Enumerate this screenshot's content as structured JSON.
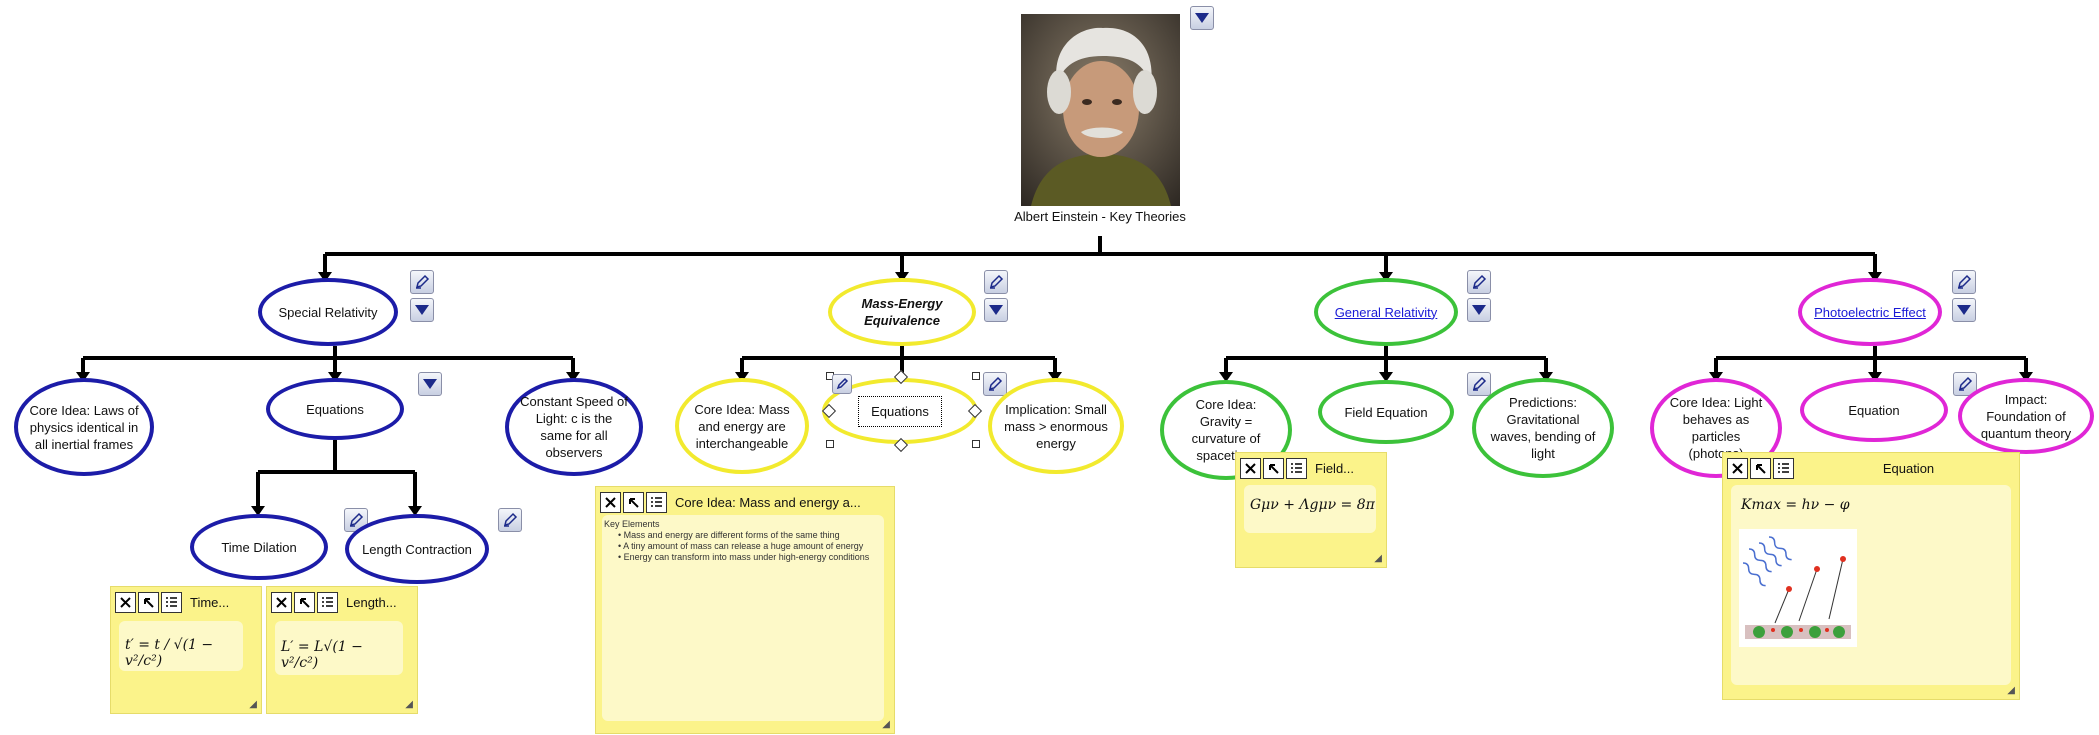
{
  "root": {
    "label": "Albert Einstein - Key Theories"
  },
  "nodes": {
    "special_relativity": "Special Relativity",
    "core_sr": "Core Idea: Laws of physics identical in all inertial frames",
    "equations_sr": "Equations",
    "constant_light": "Constant Speed of Light: c is the same for all observers",
    "time_dilation": "Time Dilation",
    "length_contraction": "Length Contraction",
    "mass_energy": "Mass-Energy Equivalence",
    "core_me": "Core Idea: Mass and energy are interchangeable",
    "equations_me": "Equations",
    "implication_me": "Implication: Small mass > enormous energy",
    "general_relativity": "General Relativity",
    "core_gr": "Core Idea: Gravity = curvature of spacetime",
    "field_equation": "Field Equation",
    "predictions_gr": "Predictions: Gravitational waves, bending of light",
    "photoelectric": "Photoelectric Effect",
    "core_pe": "Core Idea: Light behaves as particles (photons)",
    "equation_pe": "Equation",
    "impact_pe": "Impact: Foundation of quantum theory"
  },
  "notes": {
    "time": {
      "title": "Time...",
      "formula": "t′ = t / √(1 − v²/c²)"
    },
    "length": {
      "title": "Length...",
      "formula": "L′ = L√(1 − v²/c²)"
    },
    "mass_energy": {
      "title": "Core Idea: Mass and energy a...",
      "heading": "Key Elements",
      "bullets": [
        "Mass and energy are different forms of the same thing",
        "A tiny amount of mass can release a huge amount of energy",
        "Energy can transform into mass under high-energy conditions"
      ]
    },
    "field": {
      "title": "Field...",
      "formula": "Gμν + Λgμν = 8π"
    },
    "photoelectric": {
      "title": "Equation",
      "formula": "Kmax = hν − φ"
    }
  },
  "colors": {
    "blue": "#1c1ca8",
    "yellow": "#f2ea2e",
    "green": "#3cc23a",
    "magenta": "#e026d6",
    "note": "#fbf38a"
  }
}
